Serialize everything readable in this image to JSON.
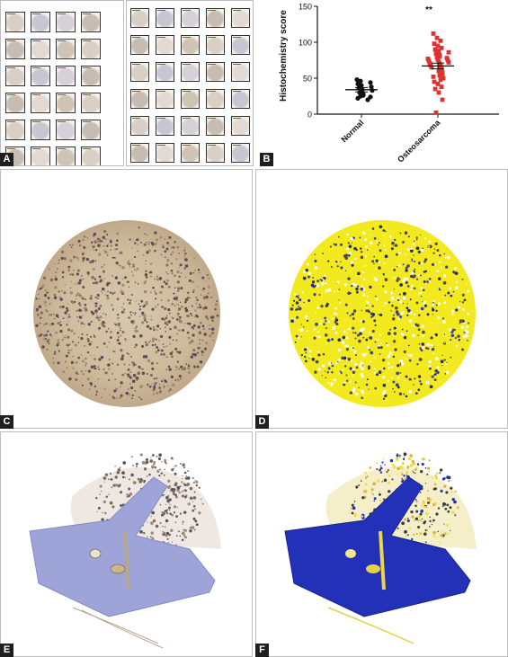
{
  "figure": {
    "panel_labels": {
      "a": "A",
      "b": "B",
      "c": "C",
      "d": "D",
      "e": "E",
      "f": "F"
    }
  },
  "chart_data": {
    "type": "scatter",
    "ylabel": "Histochemistry score",
    "xlabel": "",
    "ylim": [
      0,
      150
    ],
    "yticks": [
      0,
      50,
      100,
      150
    ],
    "categories": [
      "Normal",
      "Osteosarcoma"
    ],
    "annotation": "**",
    "series": [
      {
        "name": "Normal",
        "color": "#111111",
        "marker": "circle",
        "values": [
          48,
          46,
          44,
          42,
          40,
          38,
          36,
          34,
          33,
          30,
          28,
          26,
          25,
          24,
          22,
          20
        ],
        "mean": 34,
        "sem": 3
      },
      {
        "name": "Osteosarcoma",
        "color": "#e0312f",
        "marker": "square",
        "values": [
          112,
          106,
          102,
          98,
          95,
          92,
          90,
          88,
          86,
          84,
          82,
          80,
          79,
          78,
          77,
          76,
          75,
          74,
          73,
          72,
          71,
          70,
          69,
          68,
          67,
          66,
          65,
          64,
          62,
          60,
          58,
          56,
          54,
          52,
          50,
          48,
          45,
          42,
          38,
          35,
          30,
          20,
          2
        ],
        "mean": 67,
        "sem": 4
      }
    ]
  },
  "colors": {
    "label_bg": "#1e1e1e",
    "stain_brown": "#c9b89a",
    "mask_yellow": "#f2ea1e",
    "bone_blue": "#9aa0d6",
    "mask_blue": "#2330b8"
  }
}
